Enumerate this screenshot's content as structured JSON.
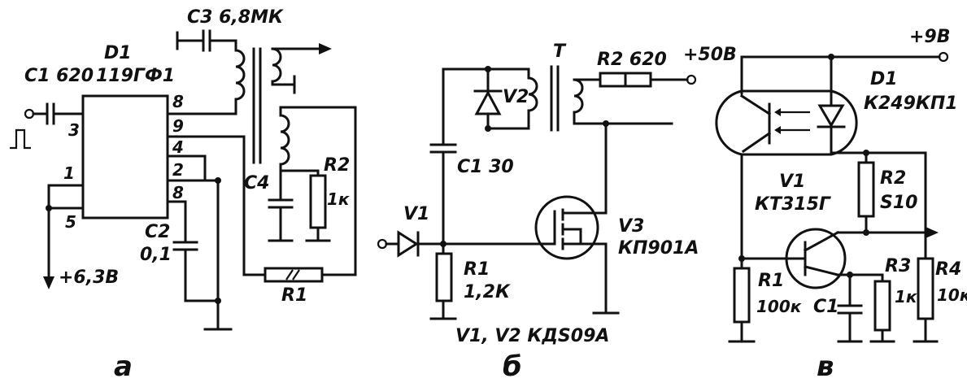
{
  "panels": {
    "a": {
      "caption": "a",
      "labels": {
        "c1": "C1 620",
        "d1_name": "D1",
        "d1_type": "119ГФ1",
        "c3": "C3 6,8МК",
        "pin3": "3",
        "pin1": "1",
        "pin5": "5",
        "pin8a": "8",
        "pin9": "9",
        "pin4": "4",
        "pin2": "2",
        "pin8b": "8",
        "c2_name": "C2",
        "c2_val": "0,1",
        "c4": "C4",
        "r2_name": "R2",
        "r2_val": "1к",
        "r1": "R1",
        "supply": "+6,3В"
      }
    },
    "b": {
      "caption": "б",
      "labels": {
        "t": "T",
        "r2": "R2 620",
        "supply": "+50В",
        "v2": "V2",
        "c1": "C1 30",
        "v1": "V1",
        "v3_name": "V3",
        "v3_type": "КП901А",
        "r1_name": "R1",
        "r1_val": "1,2К",
        "diodes": "V1, V2 КДS09А"
      }
    },
    "c": {
      "caption": "в",
      "labels": {
        "supply": "+9В",
        "d1_name": "D1",
        "d1_type": "К249КП1",
        "v1_name": "V1",
        "v1_type": "КТ315Г",
        "r2_name": "R2",
        "r2_val": "S10",
        "r1_name": "R1",
        "r1_val": "100к",
        "c1": "C1",
        "r3_name": "R3",
        "r3_val": "1к",
        "r4_name": "R4",
        "r4_val": "10к"
      }
    }
  }
}
